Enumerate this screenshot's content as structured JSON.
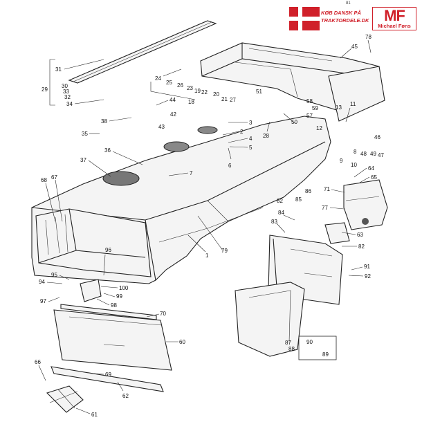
{
  "brand": {
    "shop_line1": "KØB DANSK PÅ",
    "shop_line2": "TRAKTORDELE.DK",
    "logo_mark": "MF",
    "logo_name": "Michael Føns",
    "flag_color": "#d0202a",
    "accent_color": "#d0202a"
  },
  "corner_mark": "81",
  "callouts": [
    "1",
    "2",
    "3",
    "4",
    "5",
    "6",
    "7",
    "8",
    "9",
    "10",
    "11",
    "12",
    "13",
    "18",
    "19",
    "20",
    "21",
    "22",
    "23",
    "24",
    "25",
    "26",
    "27",
    "28",
    "29",
    "30",
    "31",
    "32",
    "33",
    "34",
    "35",
    "36",
    "37",
    "38",
    "42",
    "43",
    "44",
    "45",
    "46",
    "47",
    "48",
    "49",
    "50",
    "51",
    "57",
    "58",
    "59",
    "60",
    "61",
    "62",
    "63",
    "64",
    "65",
    "66",
    "67",
    "68",
    "69",
    "70",
    "71",
    "77",
    "78",
    "79",
    "82",
    "83",
    "84",
    "85",
    "86",
    "87",
    "88",
    "89",
    "90",
    "91",
    "92",
    "94",
    "95",
    "96",
    "97",
    "98",
    "99",
    "100"
  ]
}
